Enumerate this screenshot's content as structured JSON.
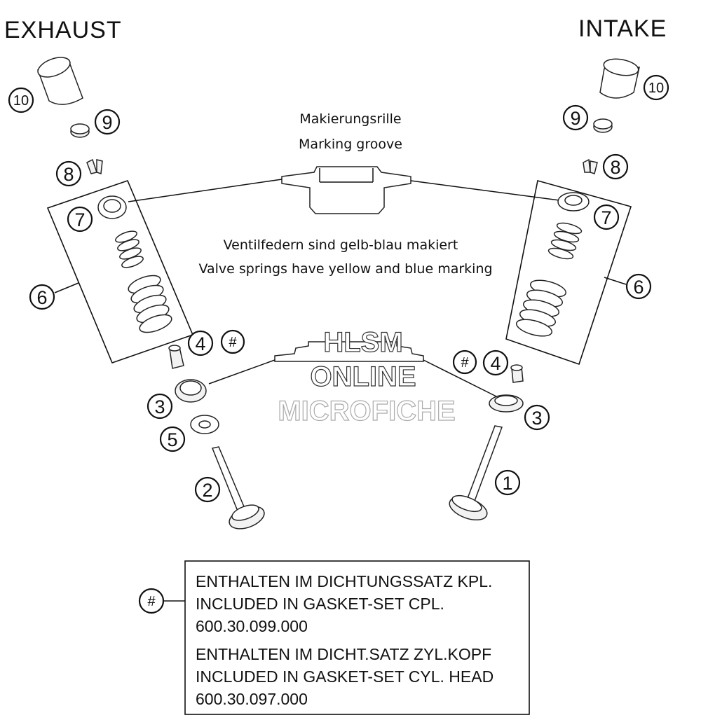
{
  "headings": {
    "exhaust": "EXHAUST",
    "intake": "INTAKE"
  },
  "captions": {
    "marking_de": "Makierungsrille",
    "marking_en": "Marking groove",
    "springs_de": "Ventilfedern sind gelb-blau makiert",
    "springs_en": "Valve springs have yellow and blue marking"
  },
  "callouts": {
    "n1": "1",
    "n2": "2",
    "n3": "3",
    "n4": "4",
    "n5": "5",
    "n6": "6",
    "n7": "7",
    "n8": "8",
    "n9": "9",
    "n10": "10",
    "hash": "#"
  },
  "legend": {
    "symbol": "#",
    "lines": [
      "ENTHALTEN IM DICHTUNGSSATZ KPL.",
      "INCLUDED IN GASKET-SET CPL.",
      "600.30.099.000",
      "ENTHALTEN IM DICHT.SATZ ZYL.KOPF",
      "INCLUDED IN GASKET-SET CYL. HEAD",
      "600.30.097.000"
    ]
  },
  "watermark": {
    "line1": "HLSM",
    "line2": "ONLINE",
    "line3": "MICROFICHE"
  }
}
